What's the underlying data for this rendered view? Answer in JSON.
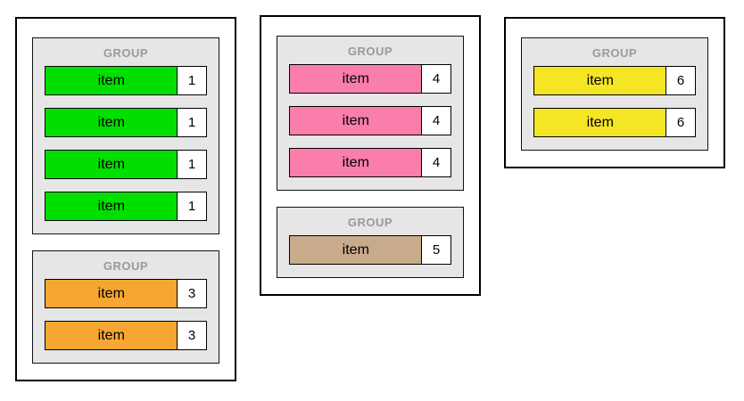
{
  "theme": {
    "canvas_bg": "#ffffff",
    "group_bg": "#e6e6e6",
    "group_label_color": "#9a9a9a",
    "border_color": "#000000",
    "value_box_bg": "#ffffff"
  },
  "columns": [
    {
      "boxes": [
        {
          "label": "GROUP",
          "item_color": "#00df00",
          "items": [
            {
              "text": "item",
              "value": "1"
            },
            {
              "text": "item",
              "value": "1"
            },
            {
              "text": "item",
              "value": "1"
            },
            {
              "text": "item",
              "value": "1"
            }
          ]
        },
        {
          "label": "GROUP",
          "item_color": "#f6a633",
          "items": [
            {
              "text": "item",
              "value": "3"
            },
            {
              "text": "item",
              "value": "3"
            }
          ]
        }
      ]
    },
    {
      "boxes": [
        {
          "label": "GROUP",
          "item_color": "#f97eac",
          "items": [
            {
              "text": "item",
              "value": "4"
            },
            {
              "text": "item",
              "value": "4"
            },
            {
              "text": "item",
              "value": "4"
            }
          ]
        },
        {
          "label": "GROUP",
          "item_color": "#c7ab8b",
          "items": [
            {
              "text": "item",
              "value": "5"
            }
          ]
        }
      ]
    },
    {
      "boxes": [
        {
          "label": "GROUP",
          "item_color": "#f4e525",
          "items": [
            {
              "text": "item",
              "value": "6"
            },
            {
              "text": "item",
              "value": "6"
            }
          ]
        }
      ]
    }
  ]
}
